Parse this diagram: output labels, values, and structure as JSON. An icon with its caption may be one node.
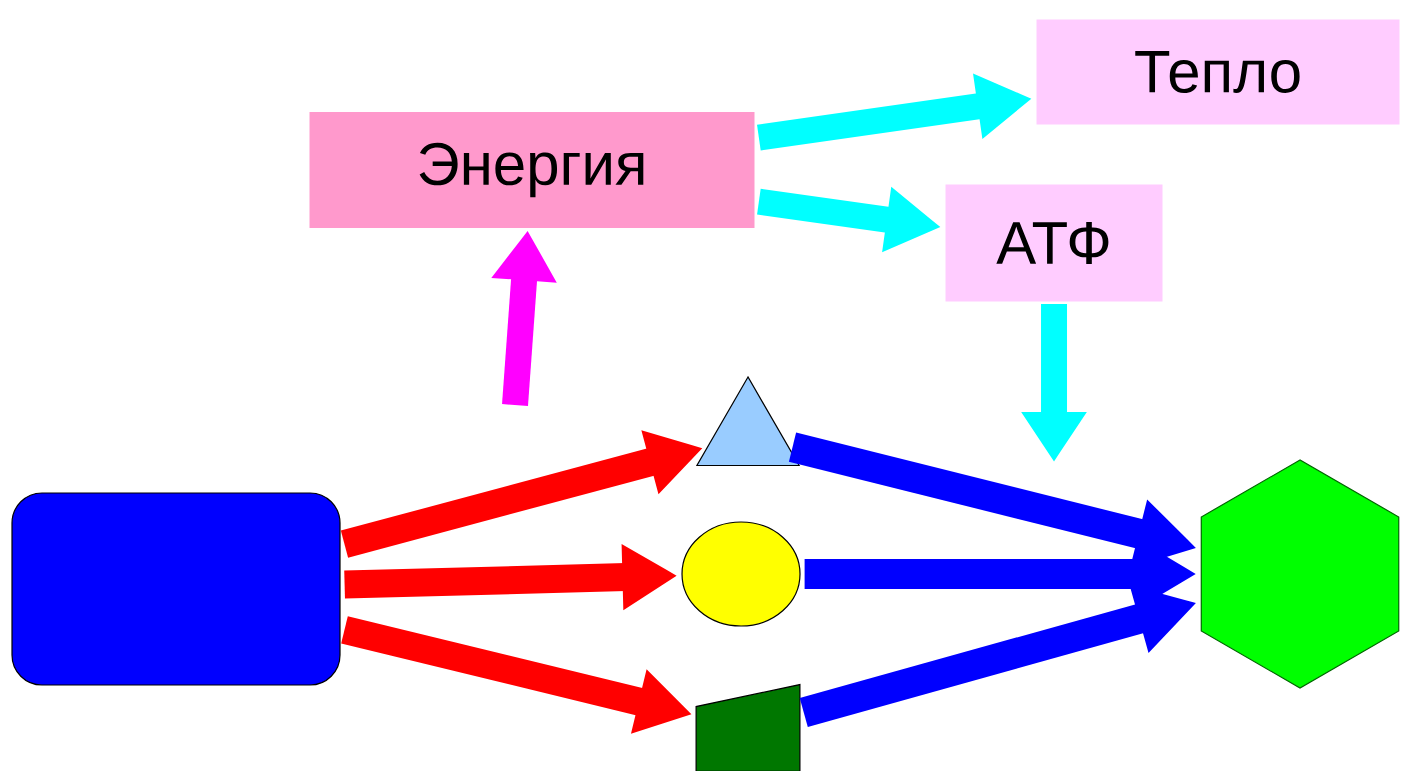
{
  "diagram": {
    "nodes": [
      {
        "text": [
          "Энергия"
        ]
      },
      {
        "text": [
          "Тепло"
        ]
      },
      {
        "text": [
          "АТФ"
        ]
      },
      {
        "text": [],
        "shape": "box"
      },
      {
        "text": [],
        "shape": "triangle"
      },
      {
        "text": [],
        "shape": "circle"
      },
      {
        "text": [],
        "shape": "quadrilateral"
      },
      {
        "text": [],
        "shape": "hexagon"
      }
    ],
    "edges": [
      {
        "from": 3,
        "to": 4,
        "arrow": "to",
        "color": "#ff0000"
      },
      {
        "from": 3,
        "to": 5,
        "arrow": "to",
        "color": "#ff0000"
      },
      {
        "from": 3,
        "to": 6,
        "arrow": "to",
        "color": "#ff0000"
      },
      {
        "from": 4,
        "to": 7,
        "arrow": "to",
        "color": "#0000ff"
      },
      {
        "from": 5,
        "to": 7,
        "arrow": "to",
        "color": "#0000ff"
      },
      {
        "from": 6,
        "to": 7,
        "arrow": "to",
        "color": "#0000ff"
      },
      {
        "from": 0,
        "to": 1,
        "arrow": "to",
        "color": "#00ffff"
      },
      {
        "from": 0,
        "to": 2,
        "arrow": "to",
        "color": "#00ffff"
      },
      {
        "from": 2,
        "to": null,
        "arrow": "to",
        "color": "#00ffff"
      },
      {
        "from": null,
        "to": 0,
        "arrow": "to",
        "color": "#ff00ff"
      }
    ]
  }
}
